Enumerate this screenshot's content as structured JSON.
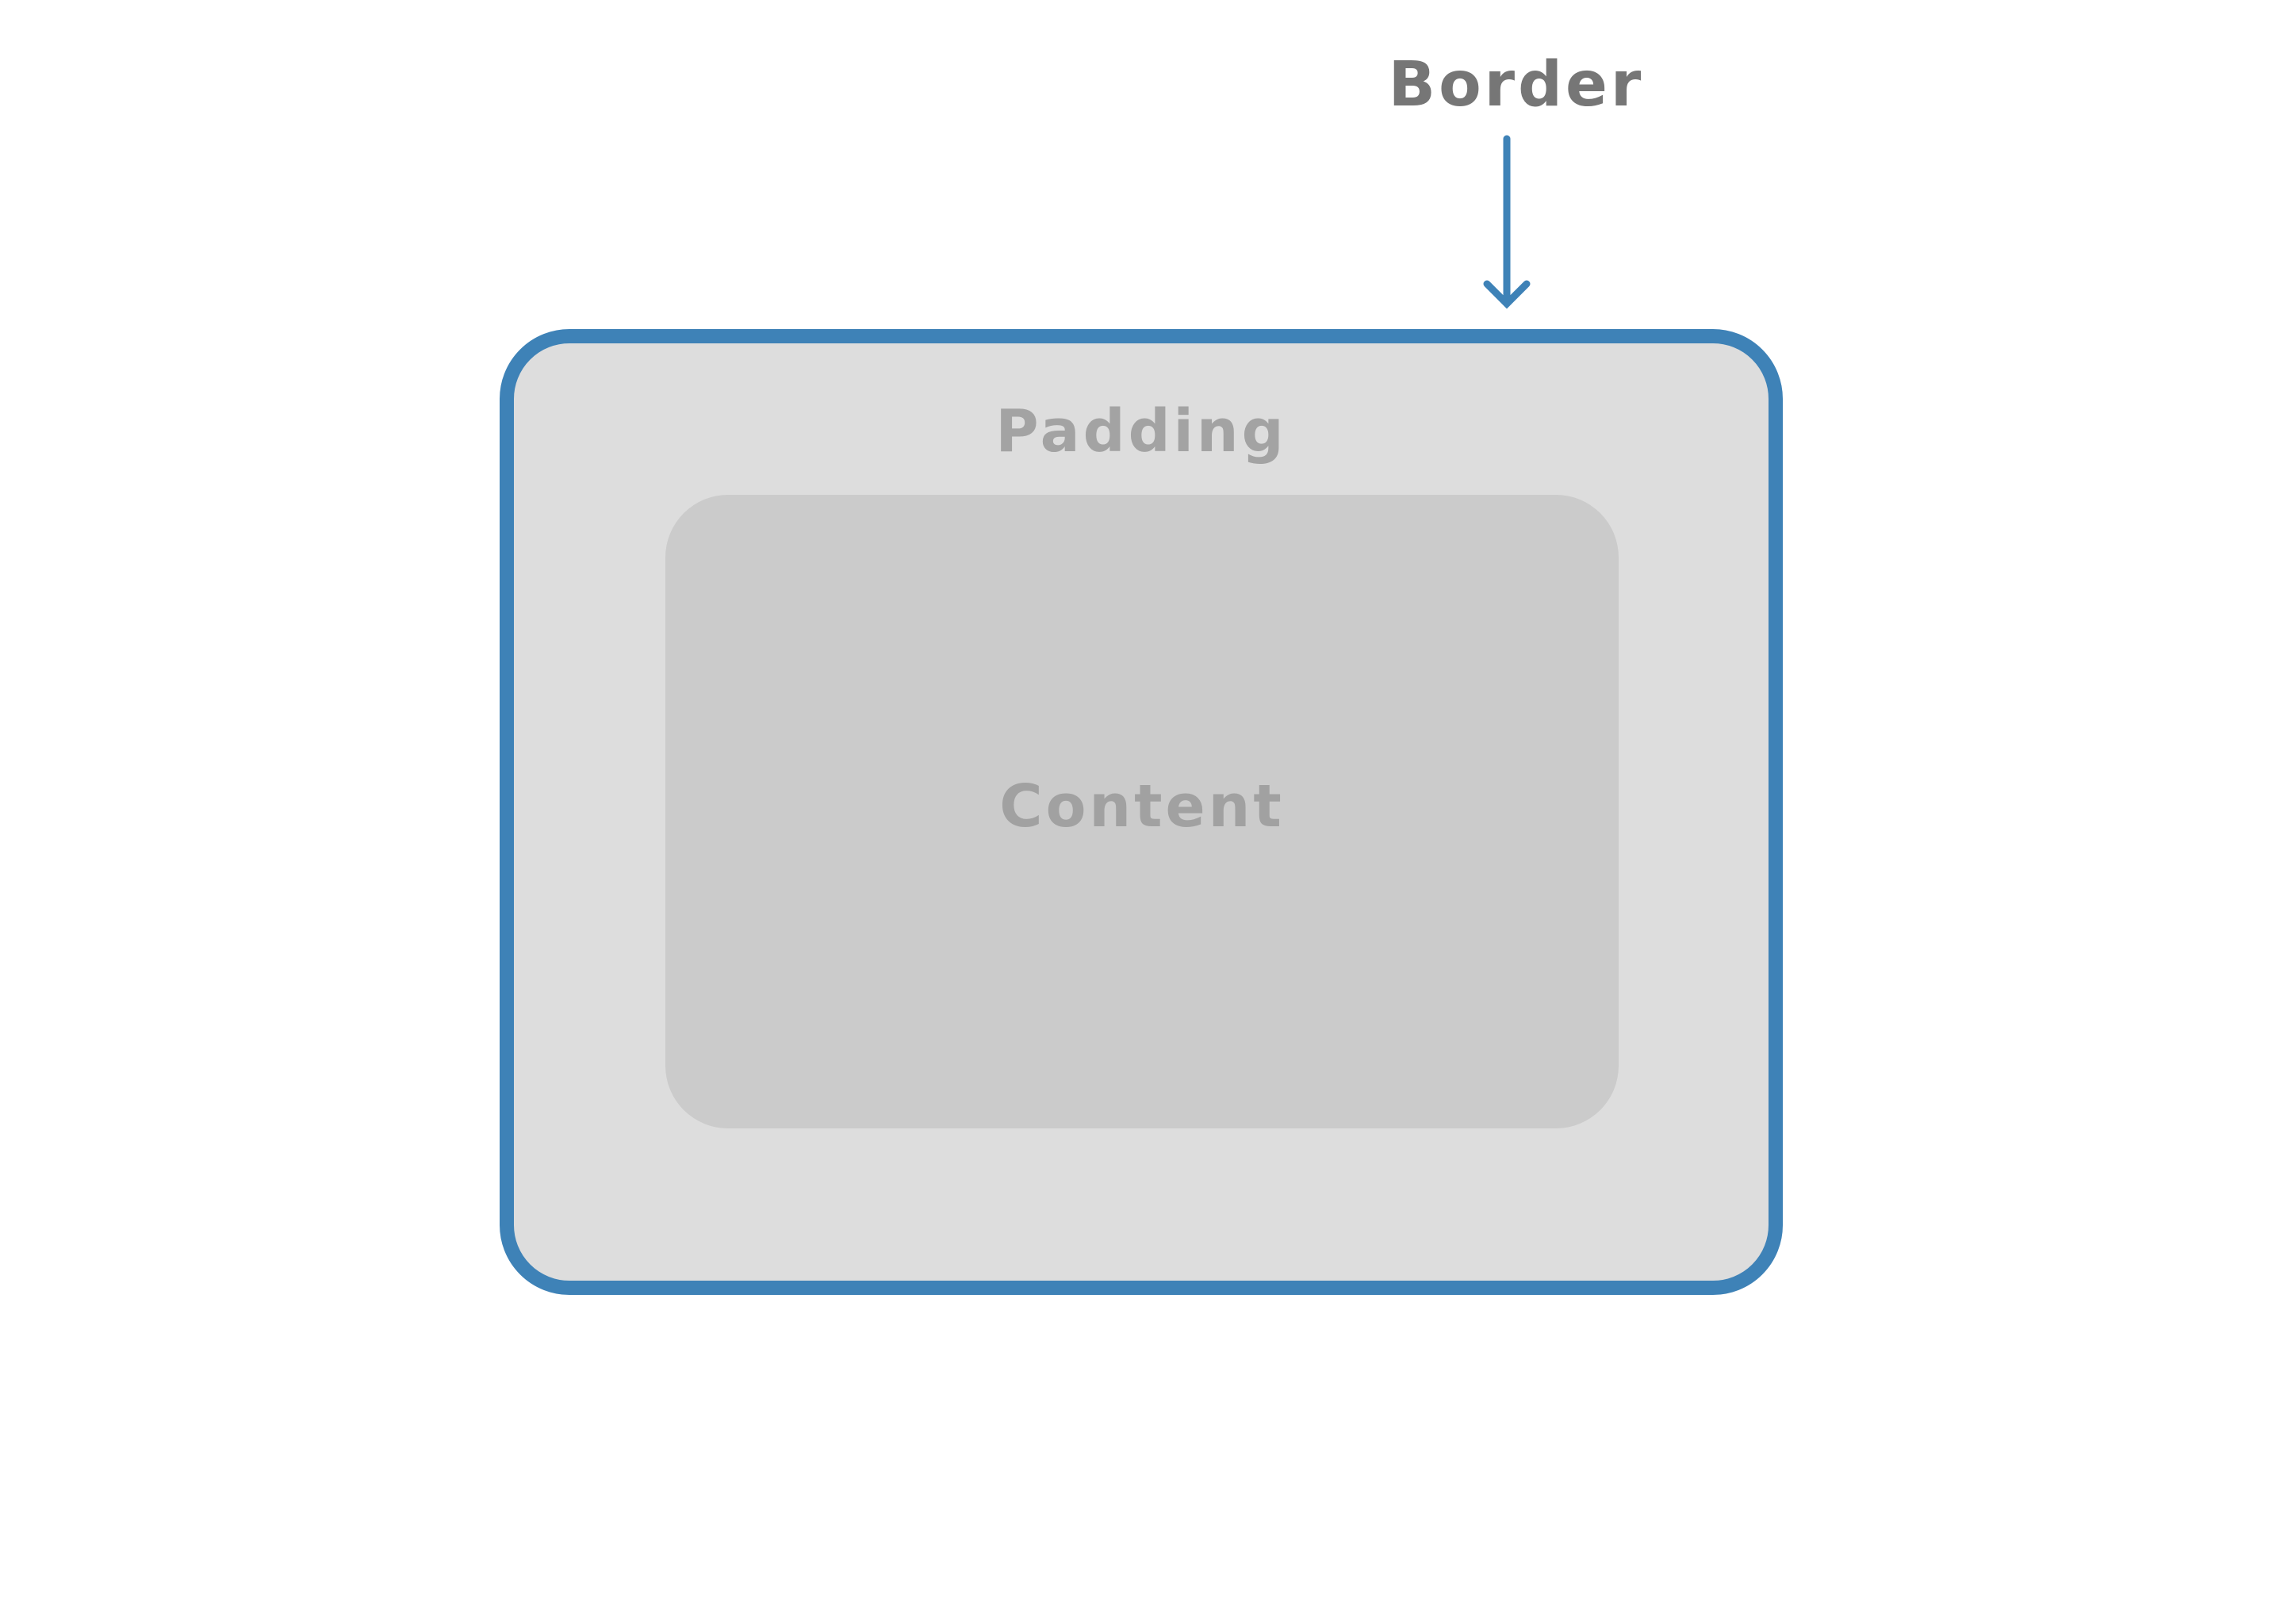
{
  "labels": {
    "border": "Border",
    "padding": "Padding",
    "content": "Content"
  },
  "colors": {
    "border": "#3e82b7",
    "padding_fill": "#dddddd",
    "content_fill": "#cbcbcb",
    "border_label": "#767676",
    "inner_label": "#a3a3a3"
  }
}
